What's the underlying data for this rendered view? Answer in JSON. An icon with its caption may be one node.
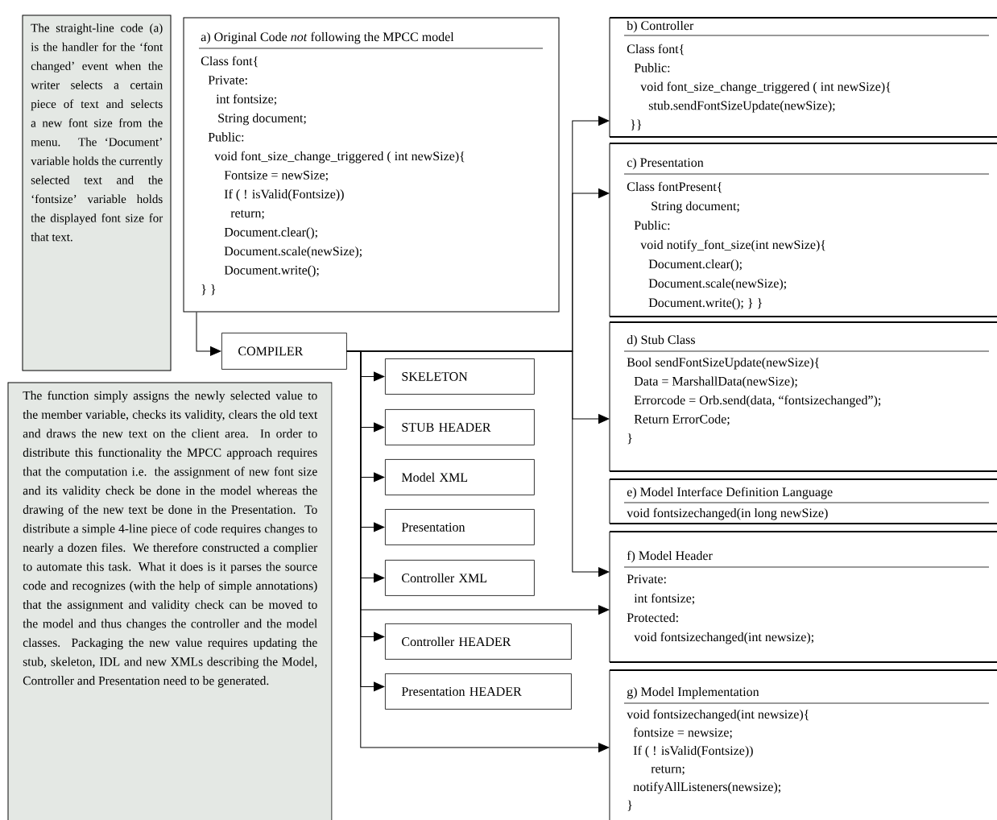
{
  "diagram": {
    "nodes": [
      {
        "text": [
          "The straight-line code (a) is the handler for the ‘font changed’ event when the writer selects a certain piece of text and selects a new font size from the menu. The ‘Document’ variable holds the currently selected text and the ‘fontsize’ variable holds the displayed font size for that text."
        ]
      },
      {
        "text": [
          "a) Original Code *not* following the MPCC model",
          "Class font{",
          "Private:",
          "int fontsize;",
          "String document;",
          "Public:",
          "void font_size_change_triggered ( int newSize){",
          "Fontsize = newSize;",
          "If ( ! isValid(Fontsize))",
          "return;",
          "Document.clear();",
          "Document.scale(newSize);",
          "Document.write();",
          "} }"
        ]
      },
      {
        "text": [
          "COMPILER"
        ]
      },
      {
        "text": [
          "The function simply assigns the newly selected value to the member variable, checks its validity, clears the old text and draws the new text on the client area. In order to distribute this functionality the MPCC approach requires that the computation i.e. the assignment of new font size and its validity check be done in the model whereas the drawing of the new text be done in the Presentation. To distribute a simple 4-line piece of code requires changes to nearly a dozen files. We therefore constructed a complier to automate this task. What it does is it parses the source code and recognizes (with the help of simple annotations) that the assignment and validity check can be moved to the model and thus changes the controller and the model classes. Packaging the new value requires updating the stub, skeleton, IDL and new XMLs describing the Model, Controller and Presentation need to be generated."
        ]
      },
      {
        "text": [
          "SKELETON"
        ]
      },
      {
        "text": [
          "STUB HEADER"
        ]
      },
      {
        "text": [
          "Model XML"
        ]
      },
      {
        "text": [
          "Presentation"
        ]
      },
      {
        "text": [
          "Controller XML"
        ]
      },
      {
        "text": [
          "Controller HEADER"
        ]
      },
      {
        "text": [
          "Presentation HEADER"
        ]
      },
      {
        "text": [
          "b) Controller",
          "Class font{",
          "Public:",
          "void font_size_change_triggered ( int newSize){",
          "stub.sendFontSizeUpdate(newSize);",
          "}}"
        ]
      },
      {
        "text": [
          "c) Presentation",
          "Class fontPresent{",
          "String document;",
          "Public:",
          "void notify_font_size(int newSize){",
          "Document.clear();",
          "Document.scale(newSize);",
          "Document.write();  }  }"
        ]
      },
      {
        "text": [
          "d) Stub Class",
          "Bool sendFontSizeUpdate(newSize){",
          "Data = MarshallData(newSize);",
          "Errorcode = Orb.send(data, “fontsizechanged”);",
          "Return ErrorCode;",
          "}"
        ]
      },
      {
        "text": [
          "e) Model Interface Definition Language",
          "void fontsizechanged(in long newSize)"
        ]
      },
      {
        "text": [
          "f) Model Header",
          "Private:",
          "int fontsize;",
          "Protected:",
          "void fontsizechanged(int newsize);"
        ]
      },
      {
        "text": [
          "g) Model Implementation",
          "void fontsizechanged(int newsize){",
          "fontsize = newsize;",
          "If ( ! isValid(Fontsize))",
          "return;",
          "notifyAllListeners(newsize);",
          "}"
        ]
      }
    ],
    "edges": [
      {
        "from": 1,
        "to": 2,
        "arrow": "to"
      },
      {
        "from": 2,
        "to": 11,
        "arrow": "to"
      },
      {
        "from": 2,
        "to": 12,
        "arrow": "to"
      },
      {
        "from": 2,
        "to": 13,
        "arrow": "to"
      },
      {
        "from": 2,
        "to": 15,
        "arrow": "to"
      },
      {
        "from": 2,
        "to": 4,
        "arrow": "to"
      },
      {
        "from": 2,
        "to": 5,
        "arrow": "to"
      },
      {
        "from": 2,
        "to": 6,
        "arrow": "to"
      },
      {
        "from": 2,
        "to": 7,
        "arrow": "to"
      },
      {
        "from": 2,
        "to": 8,
        "arrow": "to"
      },
      {
        "from": 2,
        "to": 9,
        "arrow": "to"
      },
      {
        "from": 2,
        "to": 10,
        "arrow": "to"
      },
      {
        "from": 2,
        "to": 15,
        "arrow": "to"
      },
      {
        "from": 2,
        "to": 16,
        "arrow": "to"
      }
    ]
  }
}
